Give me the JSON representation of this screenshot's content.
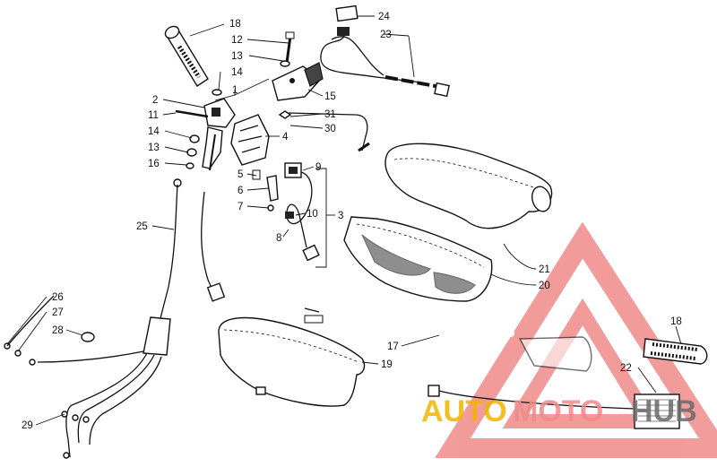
{
  "watermark": {
    "left": "AUTO",
    "mid": "MOTO",
    "right": "HUB",
    "colors": {
      "left": "#f3b300",
      "mid": "#f08a8a",
      "right": "#6a6a6a",
      "triangle": "#e84a4a"
    }
  },
  "callouts": [
    {
      "id": "c18a",
      "text": "18"
    },
    {
      "id": "c12",
      "text": "12"
    },
    {
      "id": "c13a",
      "text": "13"
    },
    {
      "id": "c14a",
      "text": "14"
    },
    {
      "id": "c1",
      "text": "1"
    },
    {
      "id": "c2",
      "text": "2"
    },
    {
      "id": "c11",
      "text": "11"
    },
    {
      "id": "c14b",
      "text": "14"
    },
    {
      "id": "c13b",
      "text": "13"
    },
    {
      "id": "c16",
      "text": "16"
    },
    {
      "id": "c24",
      "text": "24"
    },
    {
      "id": "c23",
      "text": "23"
    },
    {
      "id": "c15",
      "text": "15"
    },
    {
      "id": "c31",
      "text": "31"
    },
    {
      "id": "c30",
      "text": "30"
    },
    {
      "id": "c4",
      "text": "4"
    },
    {
      "id": "c9",
      "text": "9"
    },
    {
      "id": "c5",
      "text": "5"
    },
    {
      "id": "c6",
      "text": "6"
    },
    {
      "id": "c7",
      "text": "7"
    },
    {
      "id": "c10",
      "text": "10"
    },
    {
      "id": "c3",
      "text": "3"
    },
    {
      "id": "c8",
      "text": "8"
    },
    {
      "id": "c25",
      "text": "25"
    },
    {
      "id": "c26",
      "text": "26"
    },
    {
      "id": "c27",
      "text": "27"
    },
    {
      "id": "c28",
      "text": "28"
    },
    {
      "id": "c29",
      "text": "29"
    },
    {
      "id": "c21",
      "text": "21"
    },
    {
      "id": "c20",
      "text": "20"
    },
    {
      "id": "c17",
      "text": "17"
    },
    {
      "id": "c19",
      "text": "19"
    },
    {
      "id": "c18b",
      "text": "18"
    },
    {
      "id": "c22",
      "text": "22"
    }
  ]
}
